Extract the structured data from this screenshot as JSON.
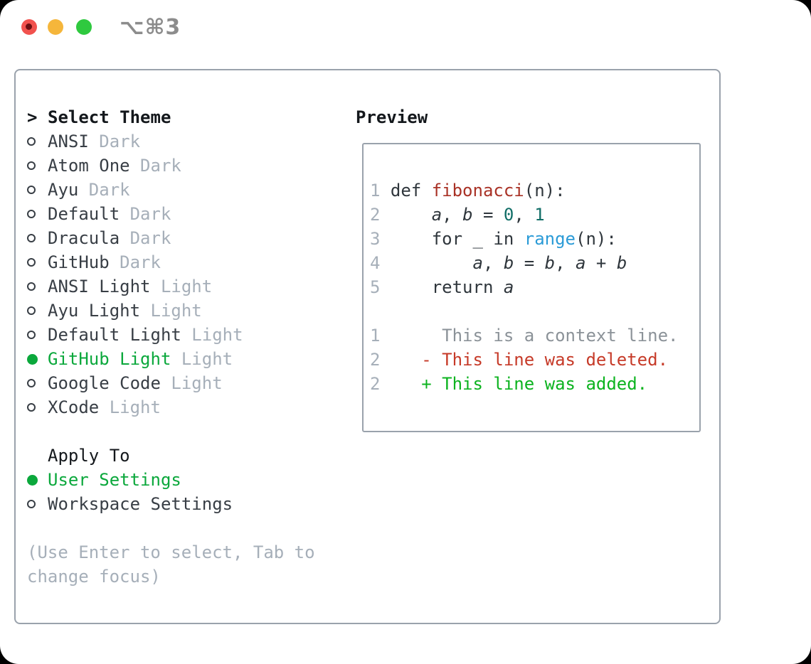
{
  "window": {
    "title": "⌥⌘3",
    "traffic_lights": [
      {
        "name": "close-button",
        "color_key": "traffic_red"
      },
      {
        "name": "minimize-button",
        "color_key": "traffic_yellow"
      },
      {
        "name": "zoom-button",
        "color_key": "traffic_green"
      }
    ]
  },
  "theme_picker": {
    "header_marker": ">",
    "header": "Select Theme",
    "themes": [
      {
        "name": "ANSI",
        "variant": "Dark",
        "selected": false
      },
      {
        "name": "Atom One",
        "variant": "Dark",
        "selected": false
      },
      {
        "name": "Ayu",
        "variant": "Dark",
        "selected": false
      },
      {
        "name": "Default",
        "variant": "Dark",
        "selected": false
      },
      {
        "name": "Dracula",
        "variant": "Dark",
        "selected": false
      },
      {
        "name": "GitHub",
        "variant": "Dark",
        "selected": false
      },
      {
        "name": "ANSI Light",
        "variant": "Light",
        "selected": false
      },
      {
        "name": "Ayu Light",
        "variant": "Light",
        "selected": false
      },
      {
        "name": "Default Light",
        "variant": "Light",
        "selected": false
      },
      {
        "name": "GitHub Light",
        "variant": "Light",
        "selected": true
      },
      {
        "name": "Google Code",
        "variant": "Light",
        "selected": false
      },
      {
        "name": "XCode",
        "variant": "Light",
        "selected": false
      }
    ],
    "apply_to": {
      "header": "Apply To",
      "options": [
        {
          "label": "User Settings",
          "selected": true
        },
        {
          "label": "Workspace Settings",
          "selected": false
        }
      ]
    },
    "help_lines": [
      "(Use Enter to select, Tab to",
      "change focus)"
    ]
  },
  "preview": {
    "header": "Preview",
    "code_lines": [
      {
        "num": "1",
        "tokens": [
          {
            "t": " def ",
            "c": "plain"
          },
          {
            "t": "fibonacci",
            "c": "func"
          },
          {
            "t": "(n):",
            "c": "plain"
          }
        ]
      },
      {
        "num": "2",
        "tokens": [
          {
            "t": "     ",
            "c": "plain"
          },
          {
            "t": "a",
            "c": "var"
          },
          {
            "t": ", ",
            "c": "plain"
          },
          {
            "t": "b",
            "c": "var"
          },
          {
            "t": " = ",
            "c": "plain"
          },
          {
            "t": "0",
            "c": "num"
          },
          {
            "t": ", ",
            "c": "plain"
          },
          {
            "t": "1",
            "c": "num"
          }
        ]
      },
      {
        "num": "3",
        "tokens": [
          {
            "t": "     for _ in ",
            "c": "plain"
          },
          {
            "t": "range",
            "c": "builtin"
          },
          {
            "t": "(n):",
            "c": "plain"
          }
        ]
      },
      {
        "num": "4",
        "tokens": [
          {
            "t": "         ",
            "c": "plain"
          },
          {
            "t": "a",
            "c": "var"
          },
          {
            "t": ", ",
            "c": "plain"
          },
          {
            "t": "b",
            "c": "var"
          },
          {
            "t": " = ",
            "c": "plain"
          },
          {
            "t": "b",
            "c": "var"
          },
          {
            "t": ", ",
            "c": "plain"
          },
          {
            "t": "a",
            "c": "var"
          },
          {
            "t": " + ",
            "c": "plain"
          },
          {
            "t": "b",
            "c": "var"
          }
        ]
      },
      {
        "num": "5",
        "tokens": [
          {
            "t": "     return ",
            "c": "plain"
          },
          {
            "t": "a",
            "c": "var"
          }
        ]
      }
    ],
    "diff_lines": [
      {
        "num": "1",
        "content": "      This is a context line.",
        "kind": "context"
      },
      {
        "num": "2",
        "content": "    - This line was deleted.",
        "kind": "deleted"
      },
      {
        "num": "2",
        "content": "    + This line was added.",
        "kind": "added"
      }
    ]
  },
  "colors": {
    "accent_green": "#0ba83c",
    "added_green": "#0cb31f",
    "deleted_red": "#c63a28",
    "context_gray": "#8b9298",
    "muted_gray": "#a6afb9",
    "text_dark": "#383e45",
    "text_black": "#14181c",
    "code_plain": "#2f363c",
    "function_red": "#a93226",
    "number_teal": "#116e67",
    "builtin_blue": "#2b9bd7",
    "panel_border": "#9aa2ac",
    "traffic_red": "#f1524e",
    "traffic_red_dot": "#6c0f12",
    "traffic_yellow": "#f5b63b",
    "traffic_green": "#2fc93f",
    "title_gray": "#8c8c8c"
  }
}
